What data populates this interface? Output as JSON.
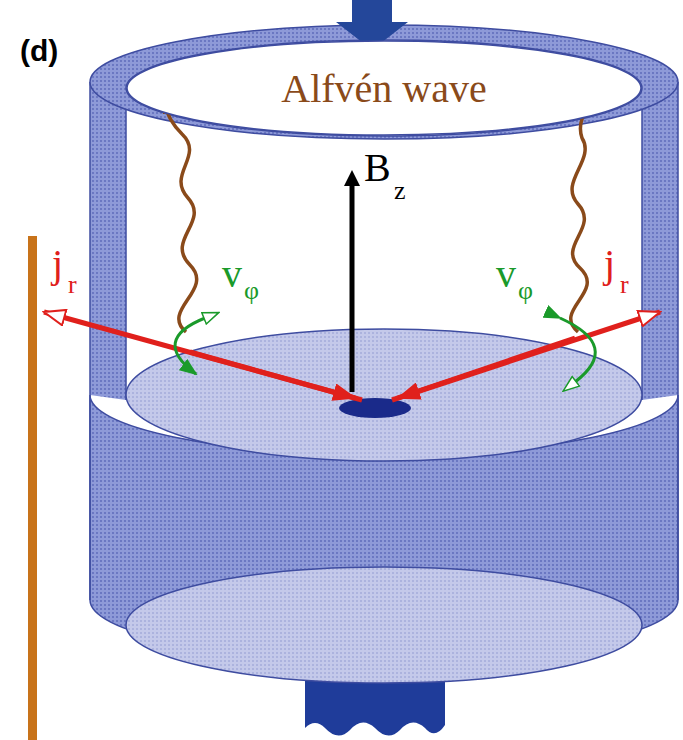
{
  "diagram": {
    "nodes": [
      {
        "text": [
          "Alfvén wave"
        ]
      }
    ],
    "labels": [
      "(d)",
      "B",
      "z",
      "j",
      "r",
      "v",
      "φ",
      "v",
      "φ",
      "j",
      "r"
    ]
  }
}
